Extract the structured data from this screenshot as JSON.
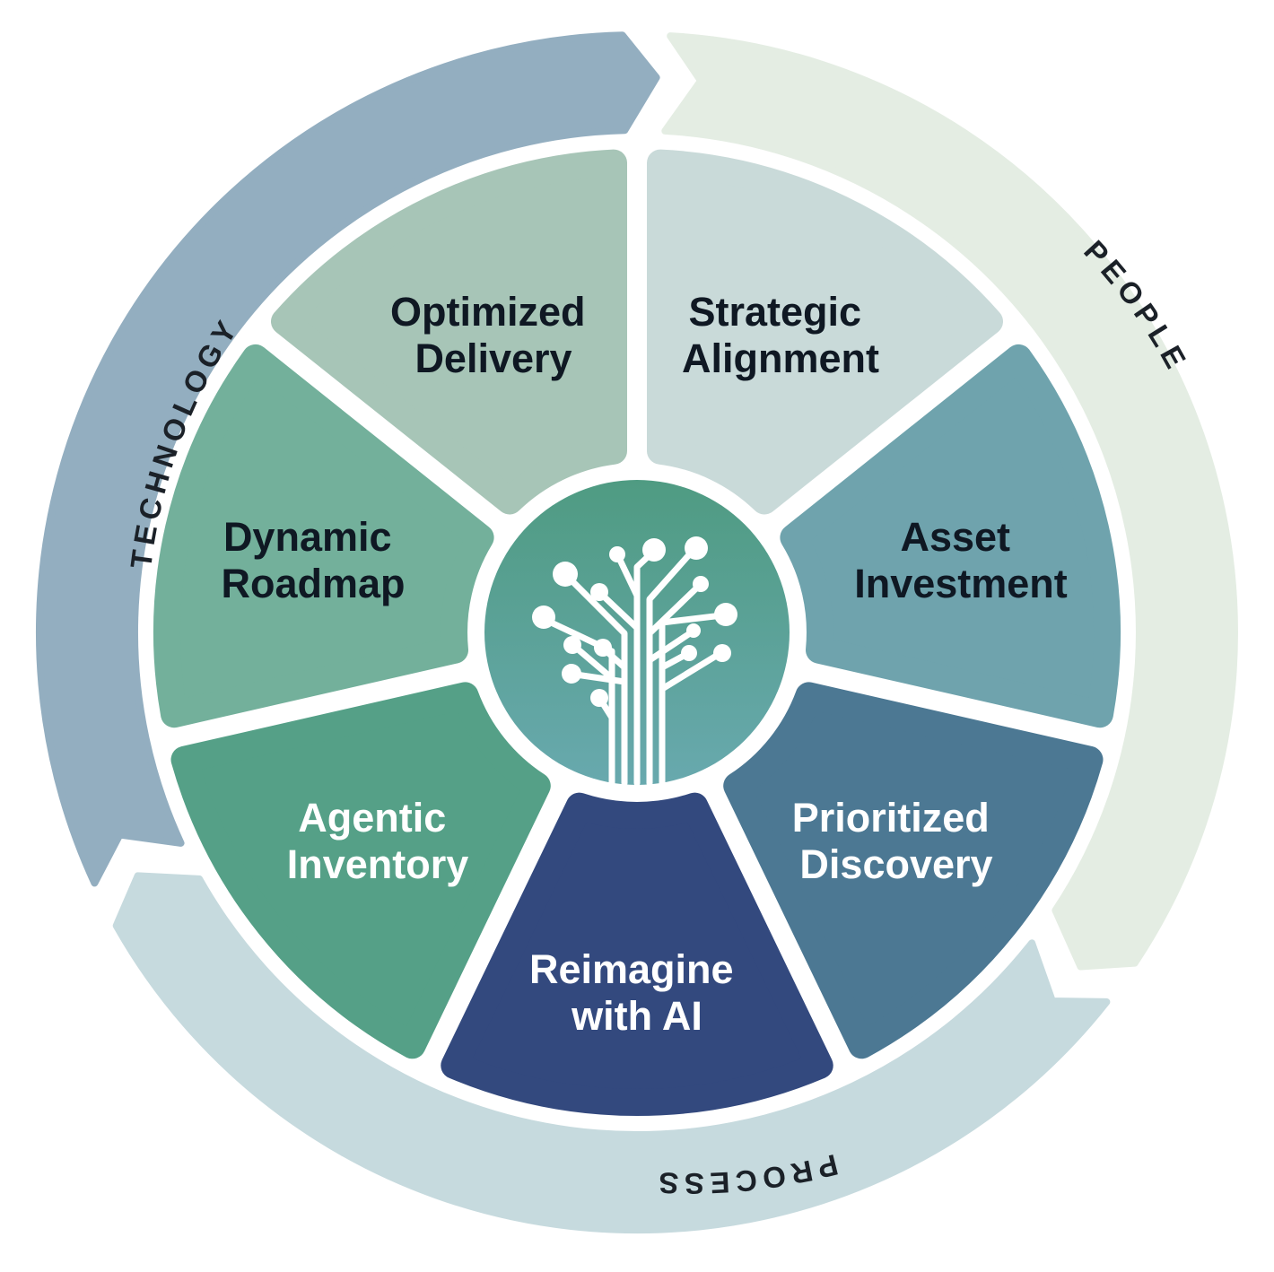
{
  "diagram": {
    "background": "#ffffff",
    "outer_ring": {
      "label_color": "#1b2128",
      "arcs": [
        {
          "id": "technology",
          "label": "TECHNOLOGY",
          "color": "#93aec0"
        },
        {
          "id": "people",
          "label": "PEOPLE",
          "color": "#e4ede3"
        },
        {
          "id": "process",
          "label": "PROCESS",
          "color": "#c6dade"
        }
      ]
    },
    "wheel": {
      "segments": [
        {
          "id": "strategic-alignment",
          "lines": [
            "Strategic",
            "Alignment"
          ],
          "color": "#c9dad9",
          "text_color": "#0f1823"
        },
        {
          "id": "asset-investment",
          "lines": [
            "Asset",
            "Investment"
          ],
          "color": "#6fa3ad",
          "text_color": "#0f1823"
        },
        {
          "id": "prioritized-discovery",
          "lines": [
            "Prioritized",
            "Discovery"
          ],
          "color": "#4c7893",
          "text_color": "#ffffff"
        },
        {
          "id": "reimagine-with-ai",
          "lines": [
            "Reimagine",
            "with AI"
          ],
          "color": "#33497e",
          "text_color": "#ffffff"
        },
        {
          "id": "agentic-inventory",
          "lines": [
            "Agentic",
            "Inventory"
          ],
          "color": "#55a087",
          "text_color": "#ffffff"
        },
        {
          "id": "dynamic-roadmap",
          "lines": [
            "Dynamic",
            "Roadmap"
          ],
          "color": "#73b09b",
          "text_color": "#0f1823"
        },
        {
          "id": "optimized-delivery",
          "lines": [
            "Optimized",
            "Delivery"
          ],
          "color": "#a7c5b7",
          "text_color": "#0f1823"
        }
      ]
    },
    "center": {
      "icon": "circuit-tree",
      "icon_color": "#ffffff",
      "gradient_top": "#4f9b82",
      "gradient_bottom": "#68a9ae"
    }
  }
}
